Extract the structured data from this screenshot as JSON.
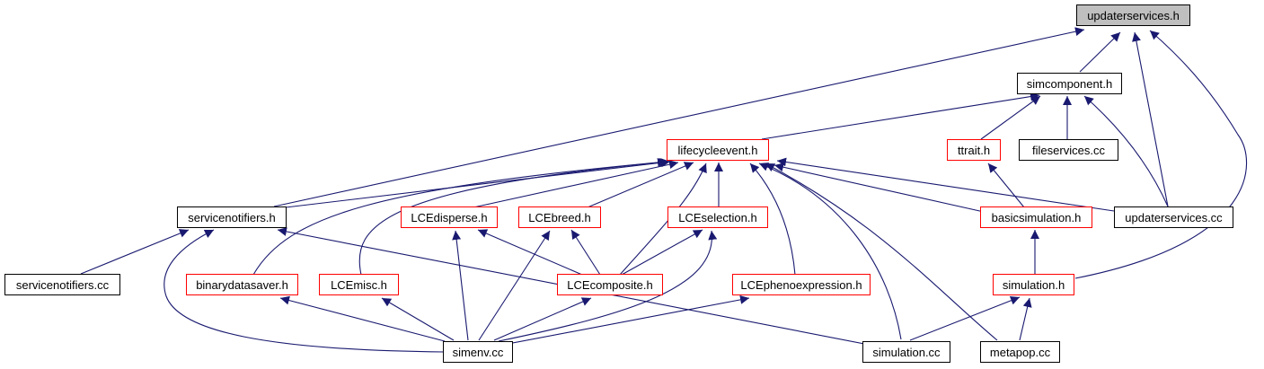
{
  "colors": {
    "edge": "#191970",
    "border_default": "#000000",
    "border_incomplete": "#ff0000",
    "root_fill": "#bfbfbf"
  },
  "nodes": {
    "updaterservices_h": "updaterservices.h",
    "simcomponent_h": "simcomponent.h",
    "lifecycleevent_h": "lifecycleevent.h",
    "ttrait_h": "ttrait.h",
    "fileservices_cc": "fileservices.cc",
    "servicenotifiers_h": "servicenotifiers.h",
    "lcedisperse_h": "LCEdisperse.h",
    "lcebreed_h": "LCEbreed.h",
    "lceselection_h": "LCEselection.h",
    "basicsimulation_h": "basicsimulation.h",
    "updaterservices_cc": "updaterservices.cc",
    "servicenotifiers_cc": "servicenotifiers.cc",
    "binarydatasaver_h": "binarydatasaver.h",
    "lcemisc_h": "LCEmisc.h",
    "lcecomposite_h": "LCEcomposite.h",
    "lcephenoexpression_h": "LCEphenoexpression.h",
    "simulation_h": "simulation.h",
    "simenv_cc": "simenv.cc",
    "simulation_cc": "simulation.cc",
    "metapop_cc": "metapop.cc"
  }
}
